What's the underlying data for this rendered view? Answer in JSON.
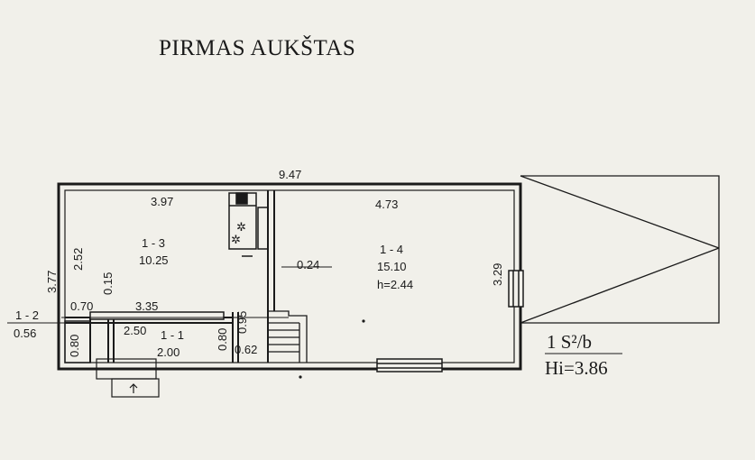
{
  "floor_title": "PIRMAS AUKŠTAS",
  "rooms": {
    "r13": {
      "id": "1 - 3",
      "area": "10.25"
    },
    "r14": {
      "id": "1 - 4",
      "area": "15.10",
      "height": "h=2.44"
    },
    "r11": {
      "id": "1 - 1",
      "area": "2.00"
    },
    "r12": {
      "id": "1 - 2",
      "area": "0.56"
    }
  },
  "dimensions": {
    "total_length": "9.47",
    "r13_width": "3.97",
    "r14_width": "4.73",
    "overall_depth": "3.77",
    "r13_depth": "2.52",
    "wall_gap": "0.15",
    "porch_width": "0.70",
    "corridor_length": "3.35",
    "r11_length": "2.50",
    "r11_depth": "0.80",
    "r11_depth_right": "0.80",
    "stair_offset": "0.95",
    "stair_width": "0.62",
    "partition": "0.24",
    "r14_depth": "3.29"
  },
  "annotation": {
    "line1": "1 S²/b",
    "line2": "Hi=3.86"
  }
}
